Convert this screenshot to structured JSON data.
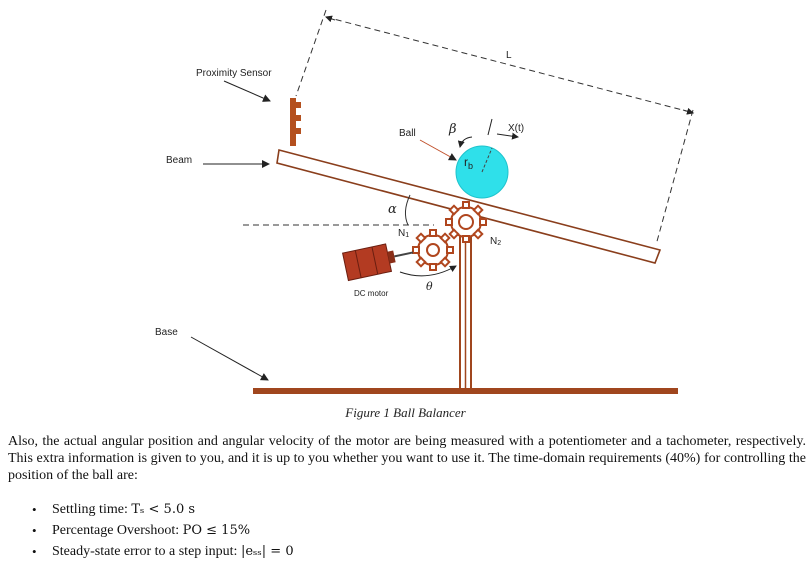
{
  "figure": {
    "labels": {
      "proximity_sensor": "Proximity Sensor",
      "beam": "Beam",
      "base": "Base",
      "ball": "Ball",
      "beta": "β",
      "x_t": "X(t)",
      "length": "L",
      "rb": "r",
      "rb_sub": "b",
      "alpha": "α",
      "n1": "N",
      "n1_sub": "1",
      "n2": "N",
      "n2_sub": "2",
      "dc_motor": "DC motor",
      "theta": "θ"
    },
    "colors": {
      "ground": "#a0461e",
      "pillar": "#a0461e",
      "ball": "#2fe0ea",
      "sensor": "#b4501e",
      "motor": "#b33b22",
      "gear": "#b0461e"
    }
  },
  "caption": "Figure 1 Ball Balancer",
  "paragraph": "Also, the actual angular position and angular velocity of the motor are being measured with a potentiometer and a tachometer, respectively. This extra information is given to you, and it is up to you whether you want to use it. The time-domain requirements (40%) for controlling the position of the ball are:",
  "requirements": [
    {
      "label": "Settling time: ",
      "math": "Tₛ < 5.0 s"
    },
    {
      "label": "Percentage Overshoot: ",
      "math": "PO ≤ 15%"
    },
    {
      "label": "Steady-state error to a step input: ",
      "math": "|eₛₛ| = 0"
    }
  ]
}
